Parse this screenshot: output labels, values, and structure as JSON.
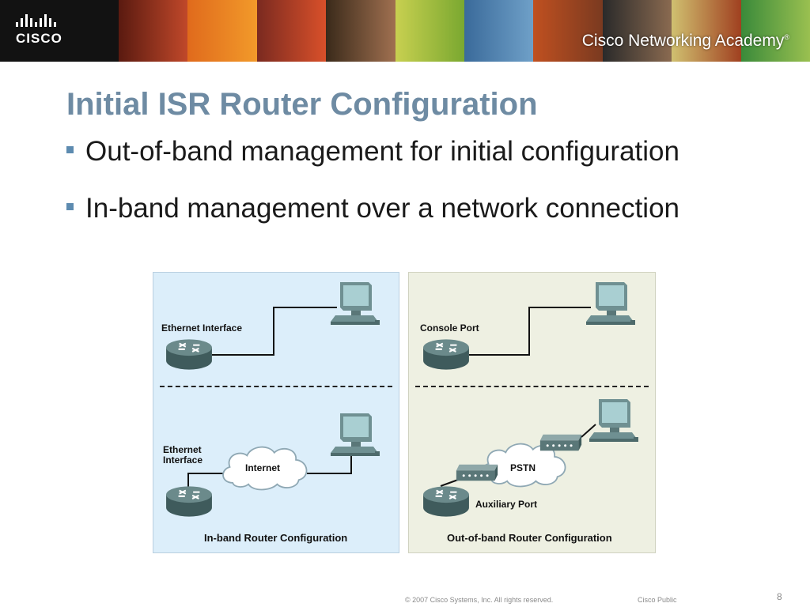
{
  "header": {
    "logo_text": "CISCO",
    "academy_text": "Cisco Networking Academy",
    "academy_mark": "®"
  },
  "slide": {
    "title": "Initial ISR Router Configuration",
    "bullets": [
      "Out-of-band management for initial configuration",
      "In-band management over a network connection"
    ]
  },
  "diagram": {
    "left_panel": {
      "top_label": "Ethernet Interface",
      "bottom_label": "Ethernet\nInterface",
      "cloud_label": "Internet",
      "caption": "In-band Router Configuration"
    },
    "right_panel": {
      "top_label": "Console Port",
      "cloud_label": "PSTN",
      "port_label": "Auxiliary Port",
      "caption": "Out-of-band Router Configuration"
    }
  },
  "footer": {
    "copyright": "© 2007 Cisco Systems, Inc. All rights reserved.",
    "classification": "Cisco Public",
    "page_number": "8"
  },
  "colors": {
    "title": "#6e8ba3",
    "bullet": "#5d8bb0",
    "left_panel_bg": "#dceefa",
    "right_panel_bg": "#eef0e2",
    "router": "#4e6b6c",
    "monitor_screen": "#a9cfd2"
  }
}
